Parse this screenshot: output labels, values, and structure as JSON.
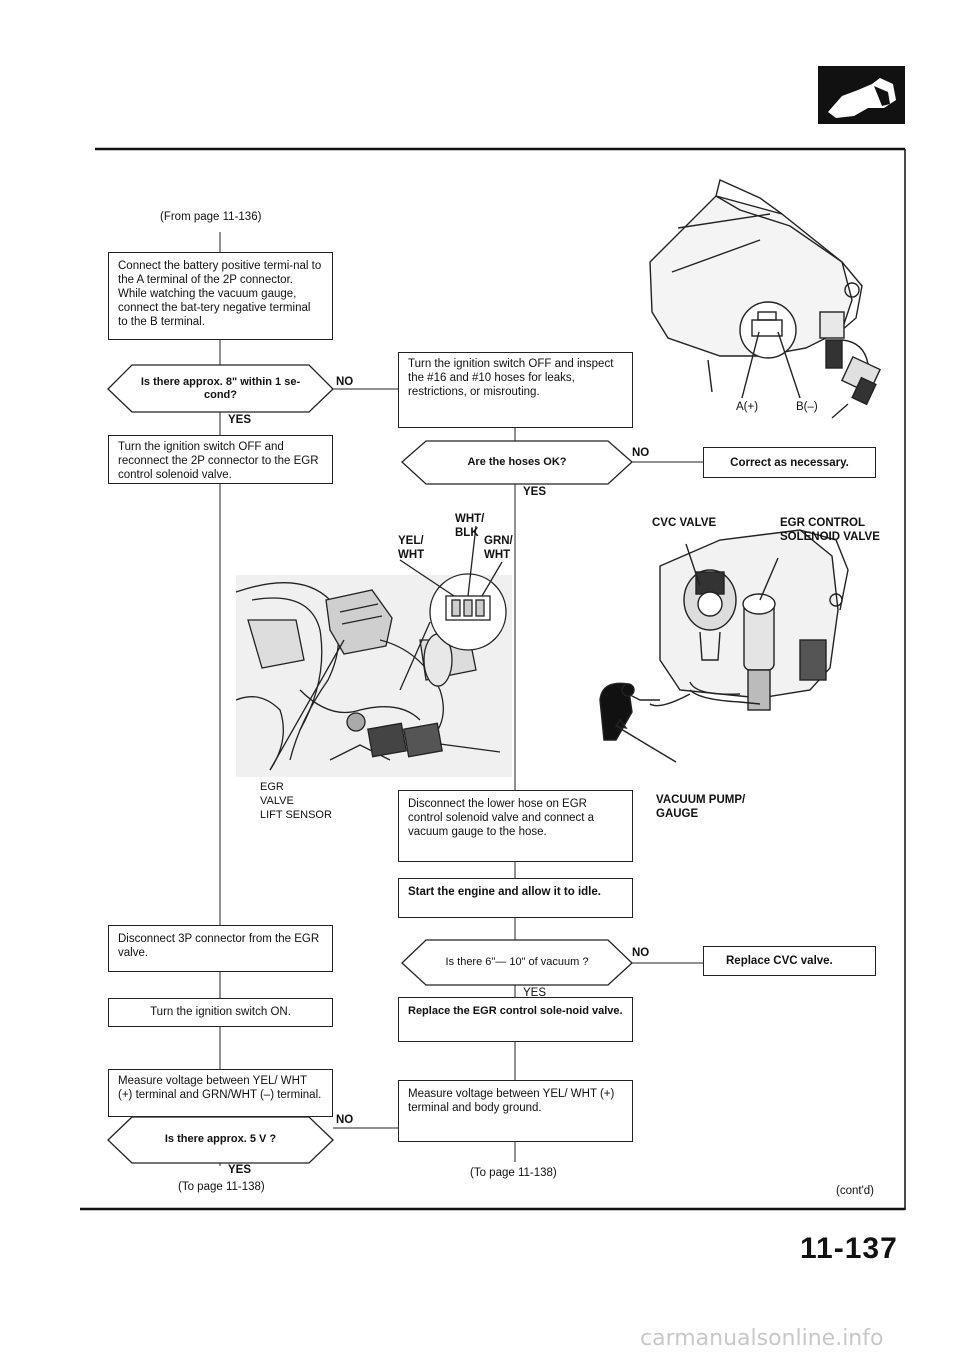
{
  "from_page": "(From page 11-136)",
  "left": {
    "step1": "Connect the battery positive termi-nal to the A terminal of the 2P connector. While watching the vacuum gauge, connect the bat-tery negative terminal to the B terminal.",
    "q1": "Is there approx. 8\" within 1 se-cond?",
    "q1_no": "NO",
    "q1_yes": "YES",
    "step2": "Turn the ignition switch OFF and reconnect the 2P connector to the EGR control solenoid valve.",
    "step3": "Disconnect 3P connector from the EGR valve.",
    "step4": "Turn the ignition switch ON.",
    "step5": "Measure voltage between YEL/ WHT (+) terminal and GRN/WHT (–) terminal.",
    "q2": "Is there approx. 5 V ?",
    "q2_no": "NO",
    "q2_yes": "YES",
    "to_page": "(To page 11-138)"
  },
  "right": {
    "step1": "Turn the ignition switch OFF and inspect the #16 and #10 hoses for leaks, restrictions, or misrouting.",
    "q1": "Are the hoses OK?",
    "q1_no": "NO",
    "q1_yes": "YES",
    "fix1": "Correct as necessary.",
    "step2": "Disconnect the lower hose on EGR control solenoid valve and connect a vacuum gauge to the hose.",
    "step3": "Start the engine and allow it to idle.",
    "q2": "Is there 6\"— 10\" of vacuum ?",
    "q2_no": "NO",
    "q2_yes": "YES",
    "fix2": "Replace CVC valve.",
    "step4": "Replace the EGR control sole-noid valve.",
    "step5": "Measure voltage between YEL/ WHT (+) terminal and body ground.",
    "to_page": "(To page 11-138)"
  },
  "diagram_top": {
    "a_label": "A(+)",
    "b_label": "B(–)"
  },
  "diagram_mid": {
    "wire1": "YEL/\nWHT",
    "wire2": "WHT/\nBLK",
    "wire3": "GRN/\nWHT",
    "sensor": "EGR\nVALVE\nLIFT SENSOR"
  },
  "diagram_right": {
    "cvc": "CVC VALVE",
    "egr": "EGR CONTROL\nSOLENOID VALVE",
    "vac": "VACUUM PUMP/\nGAUGE"
  },
  "contd": "(cont'd)",
  "page_number": "11-137",
  "watermark": "carmanualsonline.info"
}
